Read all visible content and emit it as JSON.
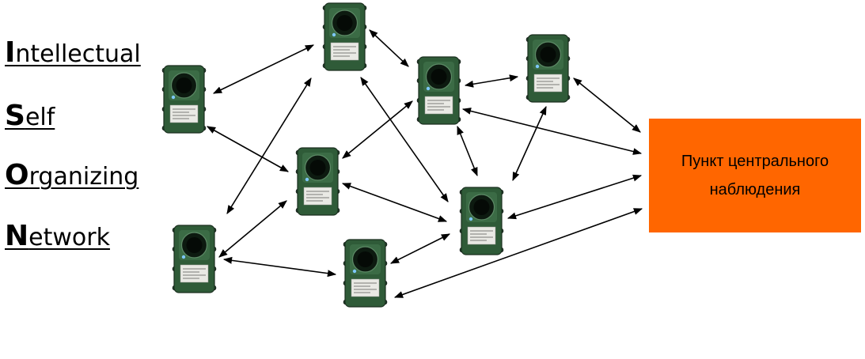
{
  "acronym": [
    {
      "initial": "I",
      "rest": "ntellectual"
    },
    {
      "initial": "S",
      "rest": "elf"
    },
    {
      "initial": "O",
      "rest": "rganizing"
    },
    {
      "initial": "N",
      "rest": "etwork"
    }
  ],
  "central_station": {
    "line1": "Пункт центрального",
    "line2": "наблюдения"
  },
  "colors": {
    "station_fill": "#ff6600",
    "device_body": "#2f5b38",
    "arrow": "#000000"
  },
  "nodes": [
    {
      "id": "n1",
      "icon": "sensor-device-icon"
    },
    {
      "id": "n2",
      "icon": "sensor-device-icon"
    },
    {
      "id": "n3",
      "icon": "sensor-device-icon"
    },
    {
      "id": "n4",
      "icon": "sensor-device-icon"
    },
    {
      "id": "n5",
      "icon": "sensor-device-icon"
    },
    {
      "id": "n6",
      "icon": "sensor-device-icon"
    },
    {
      "id": "n7",
      "icon": "sensor-device-icon"
    },
    {
      "id": "n8",
      "icon": "sensor-device-icon"
    },
    {
      "id": "n9",
      "icon": "sensor-device-icon"
    }
  ],
  "links": [
    [
      "n1",
      "n2"
    ],
    [
      "n2",
      "n3"
    ],
    [
      "n3",
      "n4"
    ],
    [
      "n1",
      "n5"
    ],
    [
      "n5",
      "n3"
    ],
    [
      "n2",
      "n6"
    ],
    [
      "n2",
      "n8"
    ],
    [
      "n6",
      "n5"
    ],
    [
      "n6",
      "n7"
    ],
    [
      "n5",
      "n8"
    ],
    [
      "n3",
      "n8"
    ],
    [
      "n7",
      "n8"
    ],
    [
      "n4",
      "n8"
    ],
    [
      "n3",
      "cs"
    ],
    [
      "n4",
      "cs"
    ],
    [
      "n8",
      "cs"
    ],
    [
      "n9",
      "cs"
    ],
    [
      "n7",
      "n9"
    ]
  ]
}
